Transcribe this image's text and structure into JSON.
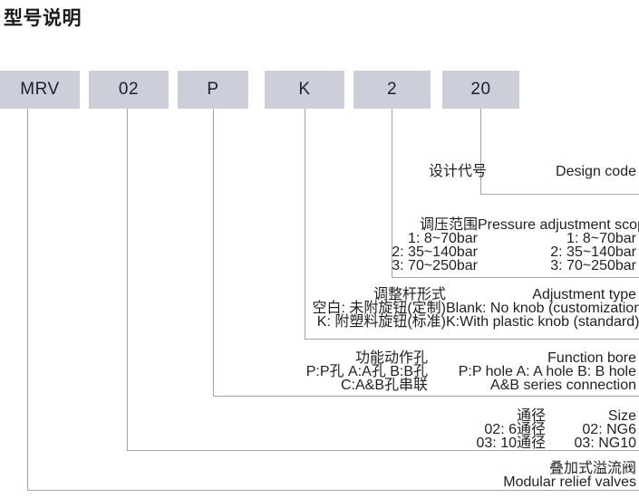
{
  "title": "型号说明",
  "colors": {
    "box_fill": "#ccced9",
    "line": "#a6a6a6",
    "text": "#231f20"
  },
  "code_boxes": [
    {
      "label": "MRV"
    },
    {
      "label": "02"
    },
    {
      "label": "P"
    },
    {
      "label": "K"
    },
    {
      "label": "2"
    },
    {
      "label": "20"
    }
  ],
  "callouts": [
    {
      "key": "design_code",
      "head_cn": "设计代号",
      "head_en": "Design code",
      "rows": []
    },
    {
      "key": "pressure_scope",
      "head_cn": "调压范围",
      "head_en": "Pressure adjustment scope",
      "rows": [
        {
          "cn": "1: 8~70bar",
          "en": "1: 8~70bar"
        },
        {
          "cn": "2: 35~140bar",
          "en": "2: 35~140bar"
        },
        {
          "cn": "3: 70~250bar",
          "en": "3: 70~250bar"
        }
      ]
    },
    {
      "key": "adjustment_type",
      "head_cn": "调整杆形式",
      "head_en": "Adjustment type",
      "rows": [
        {
          "cn": "空白: 未附旋钮(定制)",
          "en": "Blank: No knob (customization)"
        },
        {
          "cn": "K: 附塑料旋钮(标准)",
          "en": "K:With plastic knob (standard)"
        }
      ]
    },
    {
      "key": "function_bore",
      "head_cn": "功能动作孔",
      "head_en": "Function bore",
      "rows": [
        {
          "cn": "P:P孔  A:A孔  B:B孔",
          "en": "P:P hole   A: A hole   B: B hole"
        },
        {
          "cn": "C:A&B孔串联",
          "en": "A&B series connection"
        }
      ]
    },
    {
      "key": "size",
      "head_cn": "通径",
      "head_en": "Size",
      "rows": [
        {
          "cn": "02: 6通径",
          "en": "02: NG6"
        },
        {
          "cn": "03: 10通径",
          "en": "03: NG10"
        }
      ]
    },
    {
      "key": "product_type",
      "head_cn": "叠加式溢流阀",
      "head_en": "Modular relief valves",
      "rows": []
    }
  ]
}
